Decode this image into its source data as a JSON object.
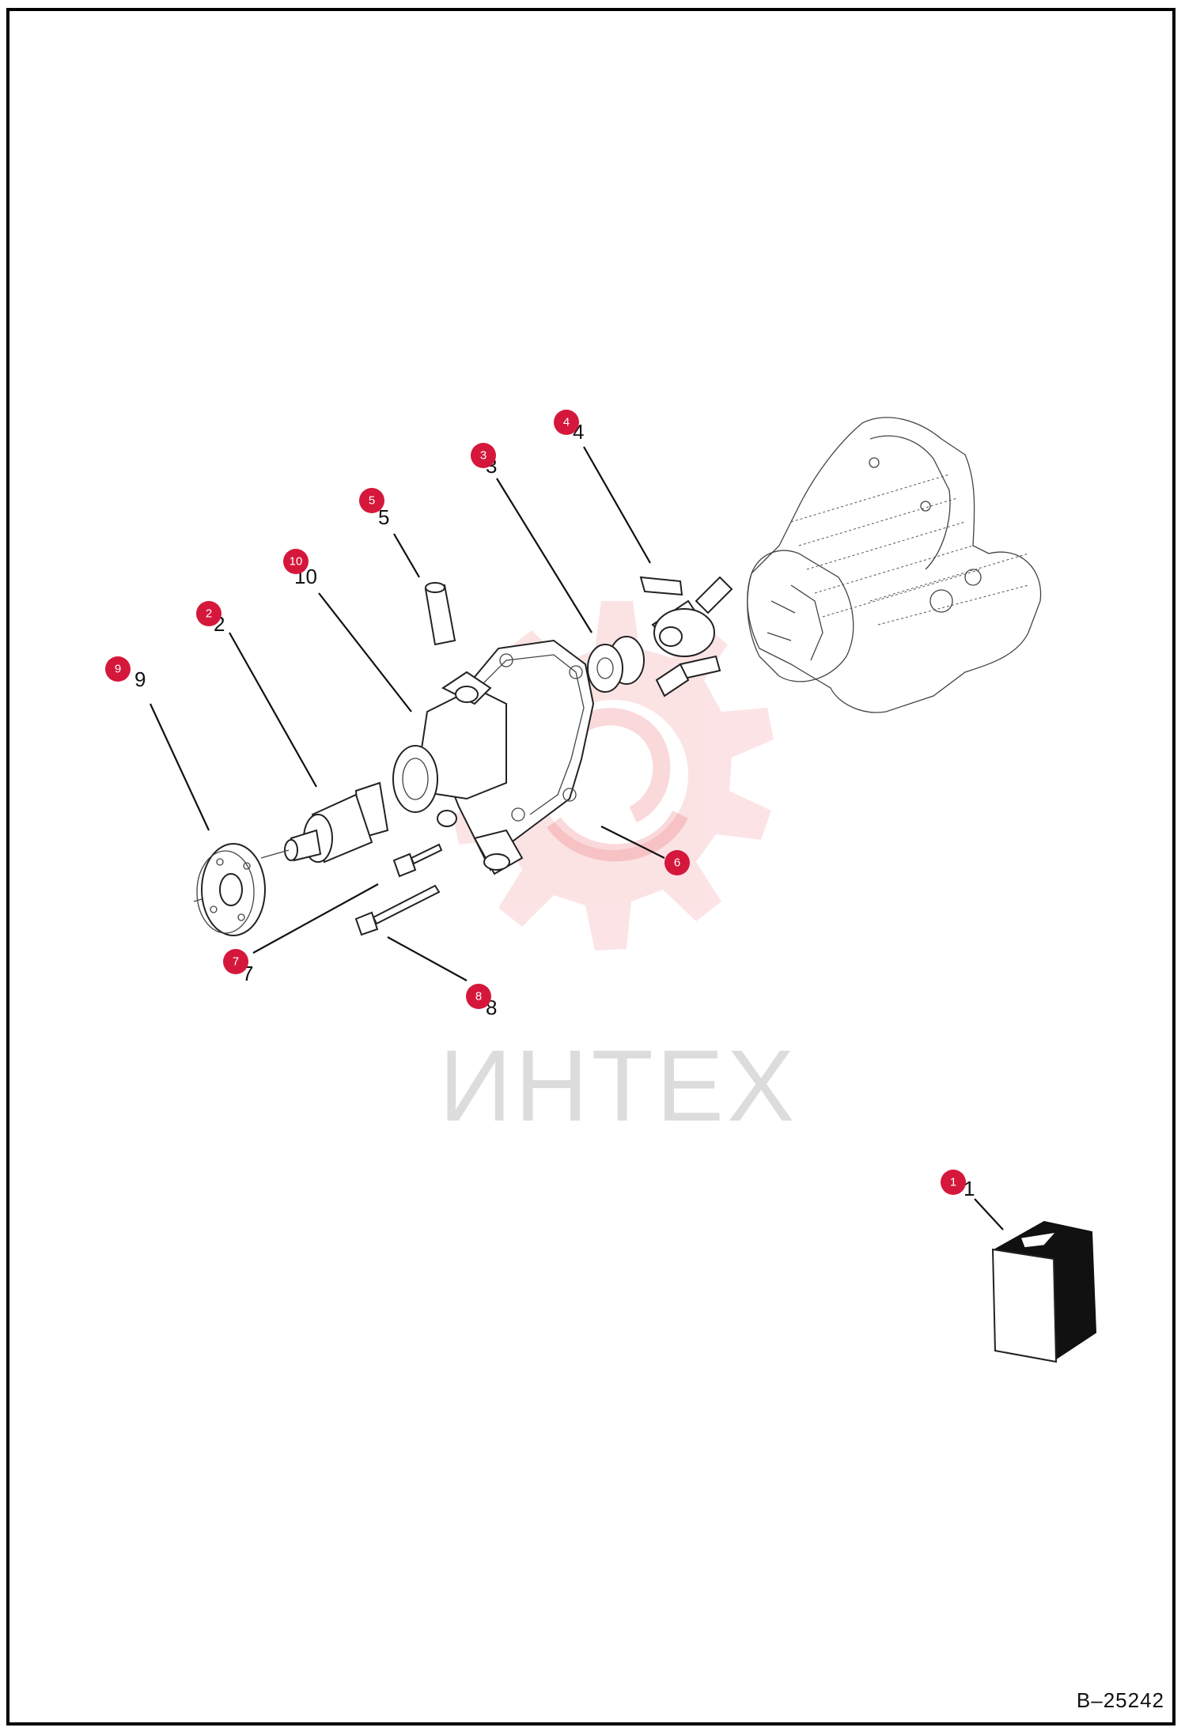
{
  "watermark": {
    "text": "ИНТЕХ",
    "color": "#e8323a"
  },
  "document_id": "B–25242",
  "badge_color": "#d5173b",
  "callouts": [
    {
      "id": "1",
      "label": "1"
    },
    {
      "id": "2",
      "label": "2"
    },
    {
      "id": "3",
      "label": "3"
    },
    {
      "id": "4",
      "label": "4"
    },
    {
      "id": "5",
      "label": "5"
    },
    {
      "id": "6",
      "label": "6"
    },
    {
      "id": "7",
      "label": "7"
    },
    {
      "id": "8",
      "label": "8"
    },
    {
      "id": "9",
      "label": "9"
    },
    {
      "id": "10",
      "label": "10"
    }
  ]
}
